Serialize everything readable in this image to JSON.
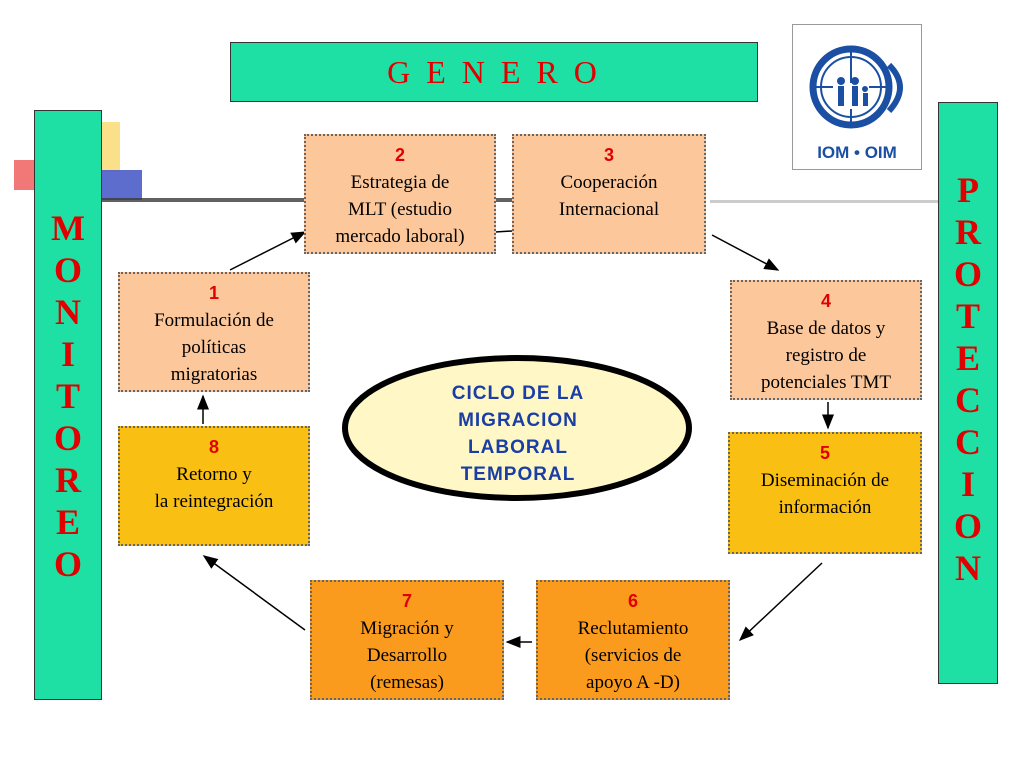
{
  "header": {
    "title": "G E N E R O"
  },
  "left_bar": {
    "letters": [
      "M",
      "O",
      "N",
      "I",
      "T",
      "O",
      "R",
      "E",
      "O"
    ]
  },
  "right_bar": {
    "letters": [
      "P",
      "R",
      "O",
      "T",
      "E",
      "C",
      "C",
      "I",
      "O",
      "N"
    ]
  },
  "logo": {
    "text": "IOM • OIM",
    "color": "#1a4fa3"
  },
  "center": {
    "lines": [
      "CICLO DE LA",
      "MIGRACION",
      "LABORAL",
      "TEMPORAL"
    ]
  },
  "steps": [
    {
      "num": "1",
      "lines": [
        "Formulación de",
        "políticas",
        "migratorias"
      ]
    },
    {
      "num": "2",
      "lines": [
        "Estrategia de",
        "MLT (estudio",
        "mercado laboral)"
      ]
    },
    {
      "num": "3",
      "lines": [
        "Cooperación",
        "Internacional"
      ]
    },
    {
      "num": "4",
      "lines": [
        "Base de datos y",
        "registro de",
        "potenciales TMT"
      ]
    },
    {
      "num": "5",
      "lines": [
        "Diseminación de",
        "información"
      ]
    },
    {
      "num": "6",
      "lines": [
        "Reclutamiento",
        "(servicios de",
        "apoyo A -D)"
      ]
    },
    {
      "num": "7",
      "lines": [
        "Migración y",
        "Desarrollo",
        "(remesas)"
      ]
    },
    {
      "num": "8",
      "lines": [
        "Retorno y",
        "la reintegración"
      ]
    }
  ],
  "colors": {
    "green_bar": "#1ee0a4",
    "red_text": "#e00000",
    "tan_box": "#fcc79b",
    "yellow_box": "#f9bf12",
    "orange_box": "#fb9b1e",
    "ellipse_fill": "#fff8c6",
    "center_text": "#1a3ea6"
  }
}
